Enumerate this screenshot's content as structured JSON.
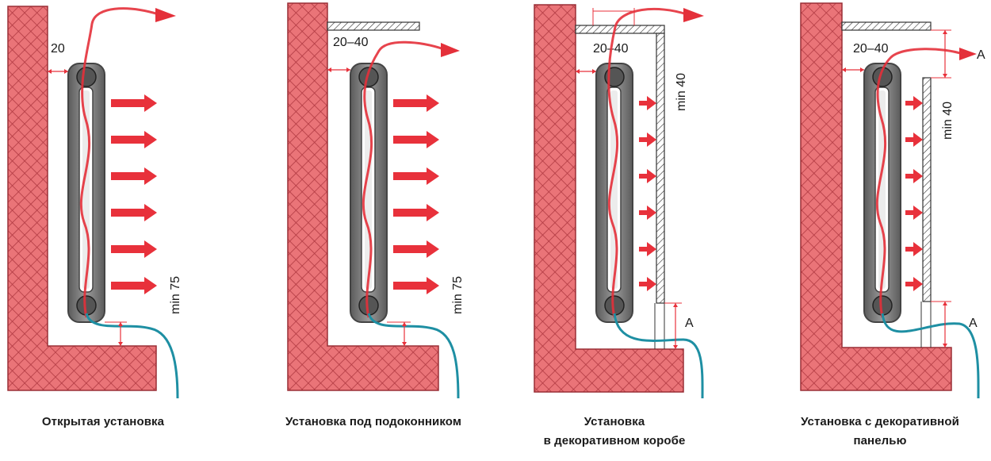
{
  "panels": [
    {
      "caption": [
        "Открытая установка"
      ],
      "gap_label": "20",
      "bottom_label": "min 75"
    },
    {
      "caption": [
        "Установка под подоконником"
      ],
      "gap_label": "20–40",
      "bottom_label": "min 75"
    },
    {
      "caption": [
        "Установка",
        "в декоративном коробе"
      ],
      "gap_label": "20–40",
      "side_label": "min 40",
      "bottom_label": "A"
    },
    {
      "caption": [
        "Установка с декоративной",
        "панелью"
      ],
      "gap_label": "20–40",
      "side_label": "min 40",
      "a_top_label": "A",
      "bottom_label": "A"
    }
  ],
  "colors": {
    "wall": "#e86b6f",
    "wall_mesh": "#b03a40",
    "hot_pipe": "#e4303a",
    "cold_pipe": "#1e8fa3",
    "heat_arrow": "#e8313b",
    "radiator": "#7b7b7b"
  }
}
